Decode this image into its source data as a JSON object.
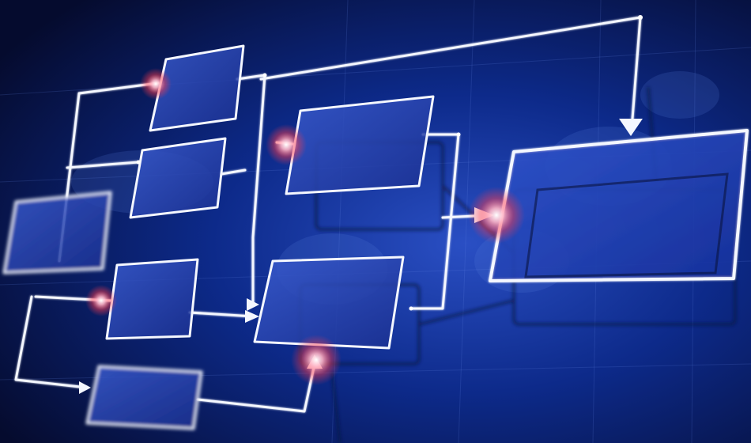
{
  "image": {
    "subject": "flowchart-diagram",
    "palette": {
      "background_dark": "#050b2e",
      "background_mid": "#0d2a8a",
      "background_light": "#2a4fc4",
      "box_fill": "#2746b8",
      "line_white": "#f4f7ff",
      "glow_red": "#ff3b4a",
      "glow_pink": "#ffb3c4"
    },
    "elements": [
      {
        "kind": "box",
        "id": "box-1"
      },
      {
        "kind": "box",
        "id": "box-2"
      },
      {
        "kind": "box",
        "id": "box-3"
      },
      {
        "kind": "box",
        "id": "box-4"
      },
      {
        "kind": "box",
        "id": "box-5"
      },
      {
        "kind": "box",
        "id": "box-6"
      },
      {
        "kind": "box",
        "id": "box-7"
      },
      {
        "kind": "box",
        "id": "box-8"
      },
      {
        "kind": "box",
        "id": "target-box"
      }
    ]
  }
}
